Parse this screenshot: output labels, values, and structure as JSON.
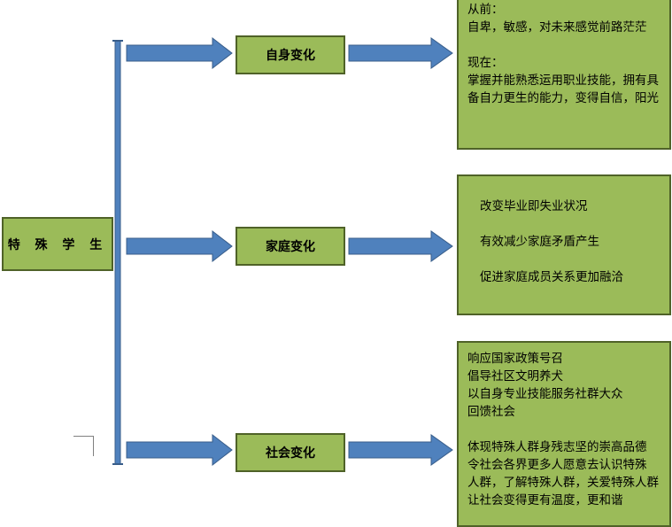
{
  "root": {
    "label": "特 殊 学 生"
  },
  "branches": [
    {
      "label": "自身变化",
      "result_lines": [
        "从前：",
        "自卑，敏感，对未来感觉前路茫茫",
        "",
        "现在：",
        "掌握并能熟悉运用职业技能，拥有具",
        "备自力更生的能力，变得自信，阳光"
      ]
    },
    {
      "label": "家庭变化",
      "result_lines": [
        "改变毕业即失业状况",
        "有效减少家庭矛盾产生",
        "促进家庭成员关系更加融洽"
      ]
    },
    {
      "label": "社会变化",
      "result_lines": [
        "响应国家政策号召",
        "倡导社区文明养犬",
        "以自身专业技能服务社群大众",
        "回馈社会",
        "",
        "体现特殊人群身残志坚的崇高品德",
        "令社会各界更多人愿意去认识特殊",
        "人群，了解特殊人群，关爱特殊人群",
        "让社会变得更有温度，更和谐"
      ]
    }
  ],
  "colors": {
    "box_fill": "#9bbb59",
    "box_border": "#4f6228",
    "arrow_fill": "#4f81bd",
    "arrow_border": "#385d8a"
  }
}
